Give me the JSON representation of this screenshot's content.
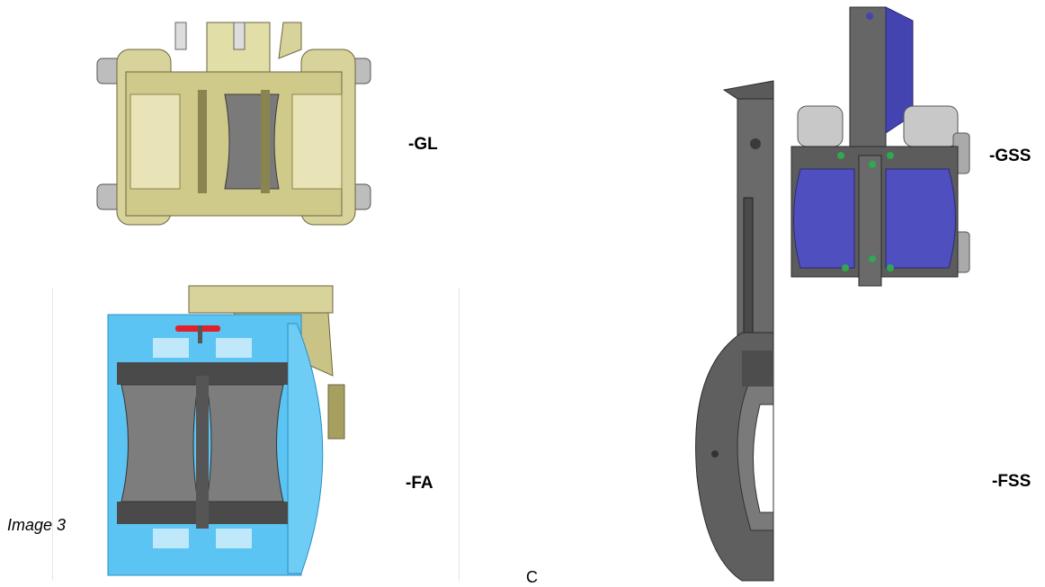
{
  "labels": {
    "gl": "-GL",
    "fa": "-FA",
    "gss": "-GSS",
    "fss": "-FSS"
  },
  "caption": "Image 3",
  "stray_glyph": "C",
  "colors": {
    "gl_body": "#d8d39a",
    "gl_dark": "#8a8450",
    "fa_body": "#5cc4f2",
    "fa_dark": "#2a8fc4",
    "gss_body": "#4f4fc0",
    "steel": "#6e6e6e",
    "steel_dark": "#3c3c3c",
    "seal_green": "#2fa84f",
    "handle_red": "#e0202a"
  }
}
